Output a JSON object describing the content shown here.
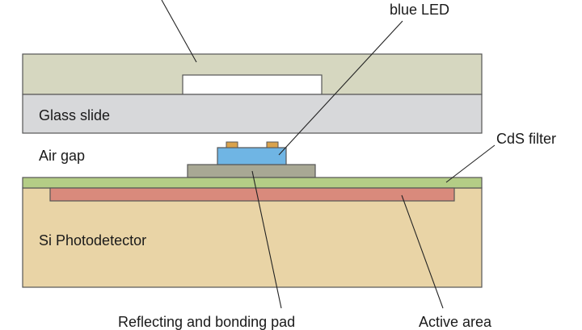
{
  "labels": {
    "blue_led": "blue LED",
    "glass_slide": "Glass slide",
    "air_gap": "Air gap",
    "cds_filter": "CdS filter",
    "si_photodetector": "Si Photodetector",
    "reflecting_pad": "Reflecting and bonding pad",
    "active_area": "Active area"
  },
  "colors": {
    "top_layer": "#d6d7c0",
    "glass_slide": "#d7d8da",
    "led_chip": "#6fb5e4",
    "led_contacts": "#d9a24c",
    "bonding_pad": "#a8a894",
    "cds_filter": "#b4cd86",
    "active_area": "#d98a7c",
    "photodetector": "#e9d4a6",
    "outline": "#555555",
    "leader": "#222222"
  }
}
